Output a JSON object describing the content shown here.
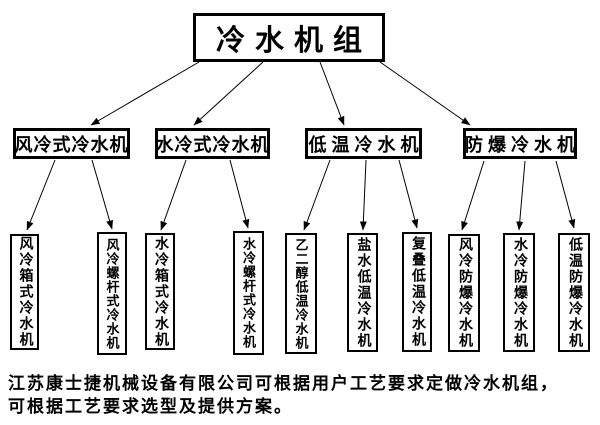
{
  "root": {
    "label": "冷水机组"
  },
  "level2": [
    {
      "label": "风冷式冷水机"
    },
    {
      "label": "水冷式冷水机"
    },
    {
      "label": "低温冷水机"
    },
    {
      "label": "防爆冷水机"
    }
  ],
  "level3": [
    {
      "label": "风冷箱式冷水机"
    },
    {
      "label": "风冷螺杆式冷水机"
    },
    {
      "label": "水冷箱式冷水机"
    },
    {
      "label": "水冷螺杆式冷水机"
    },
    {
      "label": "乙二醇低温冷水机"
    },
    {
      "label": "盐水低温冷水机"
    },
    {
      "label": "复叠低温冷水机"
    },
    {
      "label": "风冷防爆冷水机"
    },
    {
      "label": "水冷防爆冷水机"
    },
    {
      "label": "低温防爆冷水机"
    }
  ],
  "footer": {
    "text": "江苏康士捷机械设备有限公司可根据用户工艺要求定做冷水机组，可根据工艺要求选型及提供方案。"
  },
  "colors": {
    "background": "#ffffff",
    "line": "#000000",
    "border": "#000000",
    "text": "#000000"
  }
}
